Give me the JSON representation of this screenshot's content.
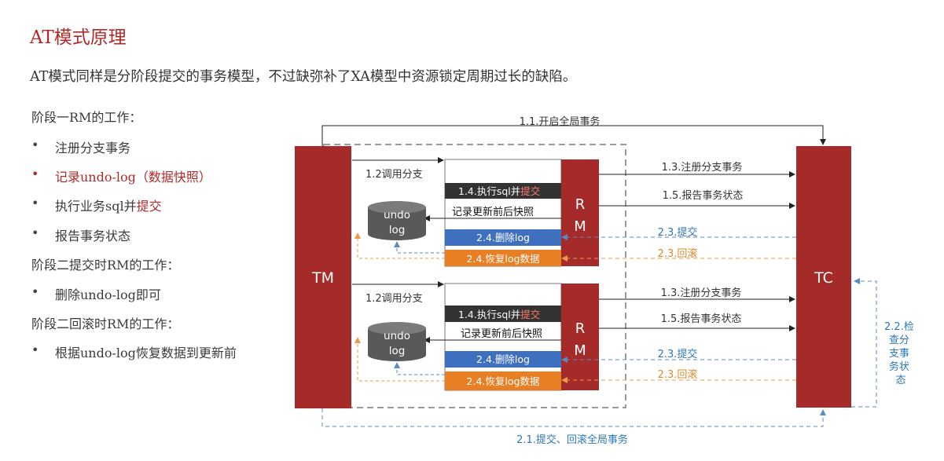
{
  "title": "AT模式原理",
  "subtitle": "AT模式同样是分阶段提交的事务模型，不过缺弥补了XA模型中资源锁定周期过长的缺陷。",
  "left_panel": {
    "phase1_heading": "阶段一RM的工作：",
    "phase1_items": [
      "注册分支事务",
      "记录undo-log（数据快照）",
      "执行业务sql并提交",
      "报告事务状态"
    ],
    "phase2_commit_heading": "阶段二提交时RM的工作：",
    "phase2_commit_items": [
      "删除undo-log即可"
    ],
    "phase2_rollback_heading": "阶段二回滚时RM的工作：",
    "phase2_rollback_items": [
      "根据undo-log恢复数据到更新前"
    ]
  },
  "diagram": {
    "tm_label": "TM",
    "tc_label": "TC",
    "rm_label_line1": "R",
    "rm_label_line2": "M",
    "undo_label_line1": "undo",
    "undo_label_line2": "log",
    "label_begin_global": "1.1.开启全局事务",
    "label_call_branch": "1.2调用分支",
    "label_register_branch": "1.3.注册分支事务",
    "label_exec_sql_prefix": "1.4.执行sql并",
    "label_exec_sql_suffix": "提交",
    "label_report_status": "1.5.报告事务状态",
    "label_record_snapshot": "记录更新前后快照",
    "label_delete_log": "2.4.删除log",
    "label_restore_log": "2.4.恢复log数据",
    "label_commit": "2.3.提交",
    "label_rollback": "2.3.回滚",
    "label_global_commit_rollback": "2.1.提交、回滚全局事务",
    "label_check_status": [
      "2.2.检",
      "查分",
      "支事",
      "务状",
      "态"
    ],
    "colors": {
      "dark_red": "#a52a2a",
      "blue_box": "#3f6fbf",
      "orange_box": "#e87f24",
      "dark_box": "#333333",
      "dashed_blue": "#5b89c2",
      "dashed_orange": "#ed9a4a",
      "link_blue": "#2e78b7",
      "link_orange": "#d98c2b",
      "db_gray": "#595959"
    }
  }
}
